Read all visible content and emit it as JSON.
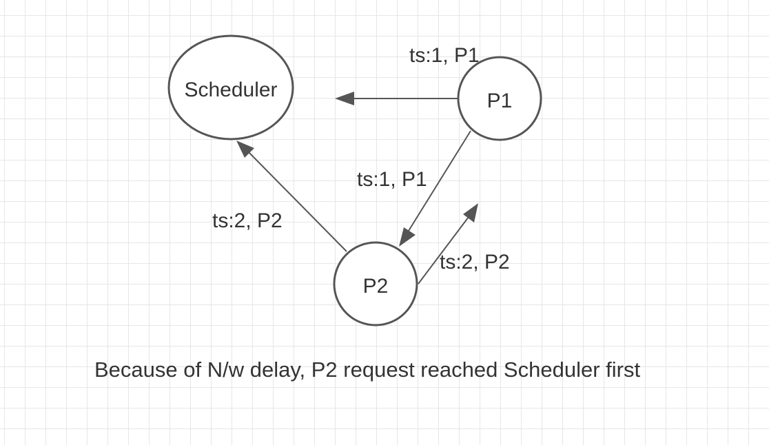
{
  "nodes": {
    "scheduler": {
      "label": "Scheduler"
    },
    "p1": {
      "label": "P1"
    },
    "p2": {
      "label": "P2"
    }
  },
  "edges": {
    "p1_to_scheduler": {
      "label": "ts:1, P1"
    },
    "p1_to_p2": {
      "label": "ts:1, P1"
    },
    "p2_to_scheduler": {
      "label": "ts:2, P2"
    },
    "p2_to_p1": {
      "label": "ts:2, P2"
    }
  },
  "caption": "Because of N/w delay, P2 request reached Scheduler first",
  "colors": {
    "stroke": "#555555",
    "text": "#333333",
    "grid": "#e6e6e6"
  }
}
